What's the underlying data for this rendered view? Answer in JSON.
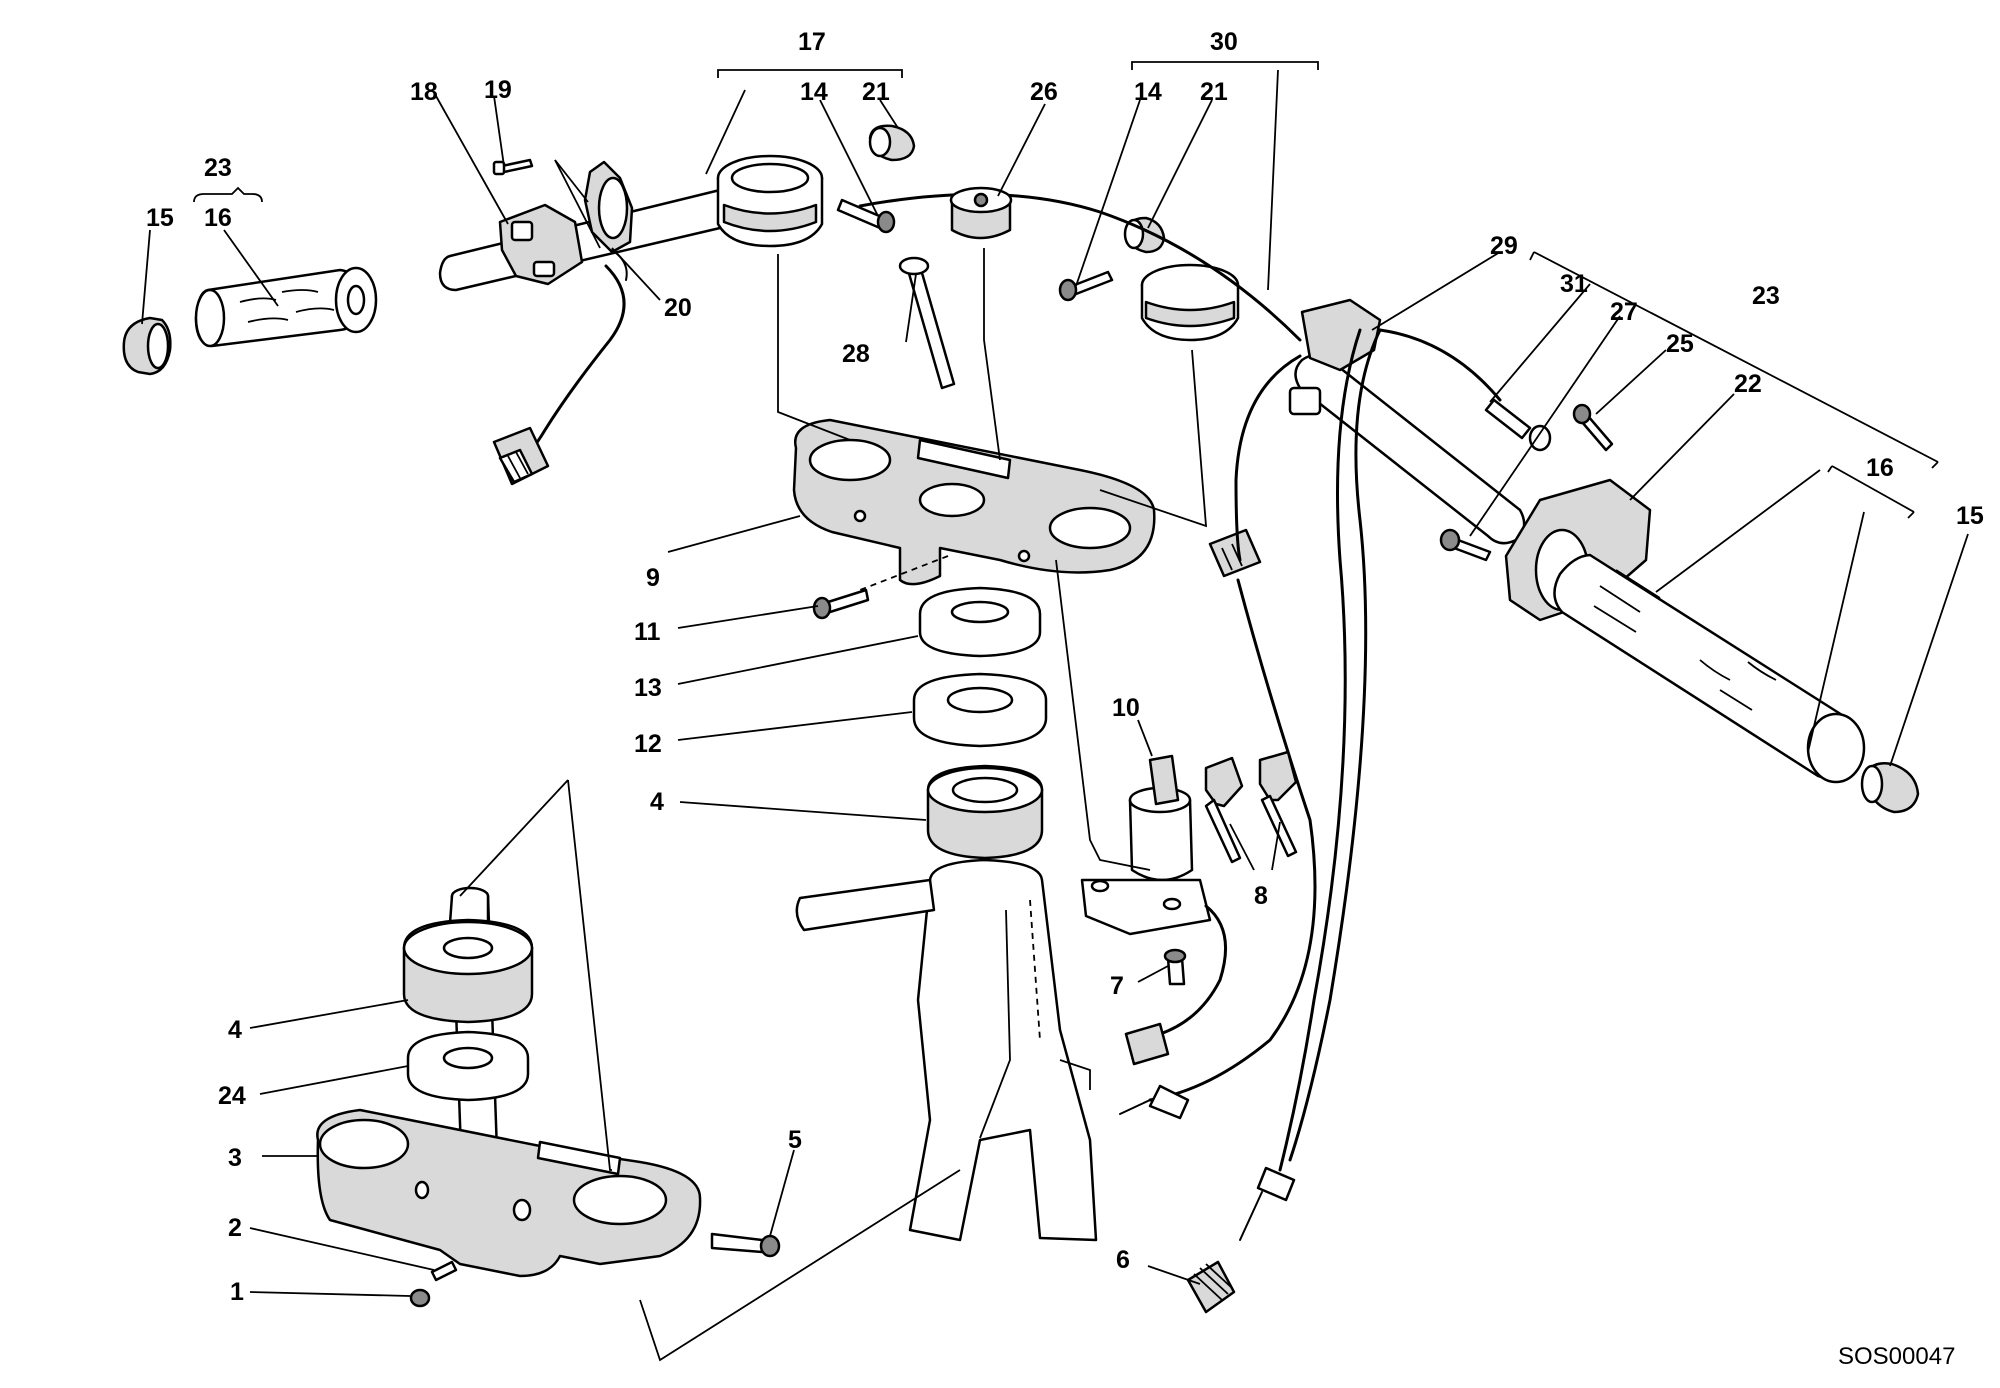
{
  "callouts": {
    "c1": "1",
    "c2": "2",
    "c3": "3",
    "c4a": "4",
    "c4b": "4",
    "c5": "5",
    "c6": "6",
    "c7": "7",
    "c8": "8",
    "c9": "9",
    "c10": "10",
    "c11": "11",
    "c12": "12",
    "c13": "13",
    "c14a": "14",
    "c14b": "14",
    "c15a": "15",
    "c15b": "15",
    "c16a": "16",
    "c16b": "16",
    "c17": "17",
    "c18": "18",
    "c19": "19",
    "c20": "20",
    "c21a": "21",
    "c21b": "21",
    "c22": "22",
    "c23a": "23",
    "c23b": "23",
    "c24": "24",
    "c25": "25",
    "c26": "26",
    "c27": "27",
    "c28": "28",
    "c29": "29",
    "c30": "30",
    "c31": "31"
  },
  "drawing_code": "SOS00047"
}
